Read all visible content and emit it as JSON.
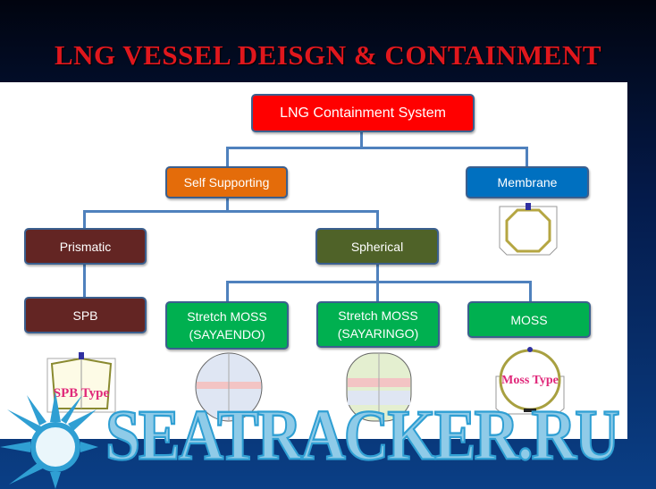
{
  "slide": {
    "title": "LNG VESSEL DEISGN & CONTAINMENT",
    "watermark": "SEATRACKER.RU"
  },
  "diagram": {
    "root": {
      "label": "LNG Containment System",
      "color": "#ff0000"
    },
    "self_supporting": {
      "label": "Self Supporting",
      "color": "#e46c0a"
    },
    "membrane": {
      "label": "Membrane",
      "color": "#0070c0"
    },
    "prismatic": {
      "label": "Prismatic",
      "color": "#632523"
    },
    "spherical": {
      "label": "Spherical",
      "color": "#4f6228"
    },
    "spb": {
      "label": "SPB",
      "color": "#632523"
    },
    "sayaendo": {
      "label": "Stretch MOSS (SAYAENDO)",
      "line1": "Stretch MOSS",
      "line2": "(SAYAENDO)",
      "color": "#00b050"
    },
    "sayaringo": {
      "label": "Stretch MOSS (SAYARINGO)",
      "line1": "Stretch MOSS",
      "line2": "(SAYARINGO)",
      "color": "#00b050"
    },
    "moss": {
      "label": "MOSS",
      "color": "#00b050"
    },
    "images": {
      "spb_caption": "SPB Type",
      "moss_caption": "Moss Type"
    },
    "connector_color": "#4f81bd"
  }
}
